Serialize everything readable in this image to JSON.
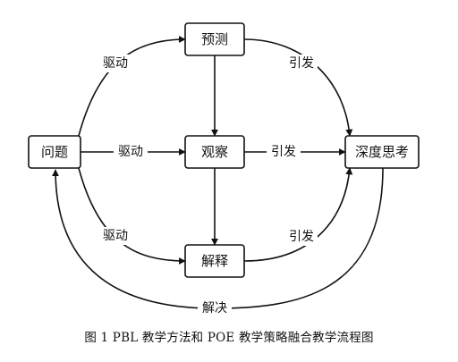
{
  "nodes": {
    "yuce": "预测",
    "guancha": "观察",
    "jieshi": "解释",
    "wenti": "问题",
    "shendu": "深度思考"
  },
  "edges": {
    "qudong_top": "驱动",
    "qudong_mid": "驱动",
    "qudong_bottom": "驱动",
    "yinfa_top": "引发",
    "yinfa_mid": "引发",
    "yinfa_bottom": "引发",
    "jiejue": "解决"
  },
  "caption": "图 1  PBL 教学方法和 POE 教学策略融合教学流程图"
}
